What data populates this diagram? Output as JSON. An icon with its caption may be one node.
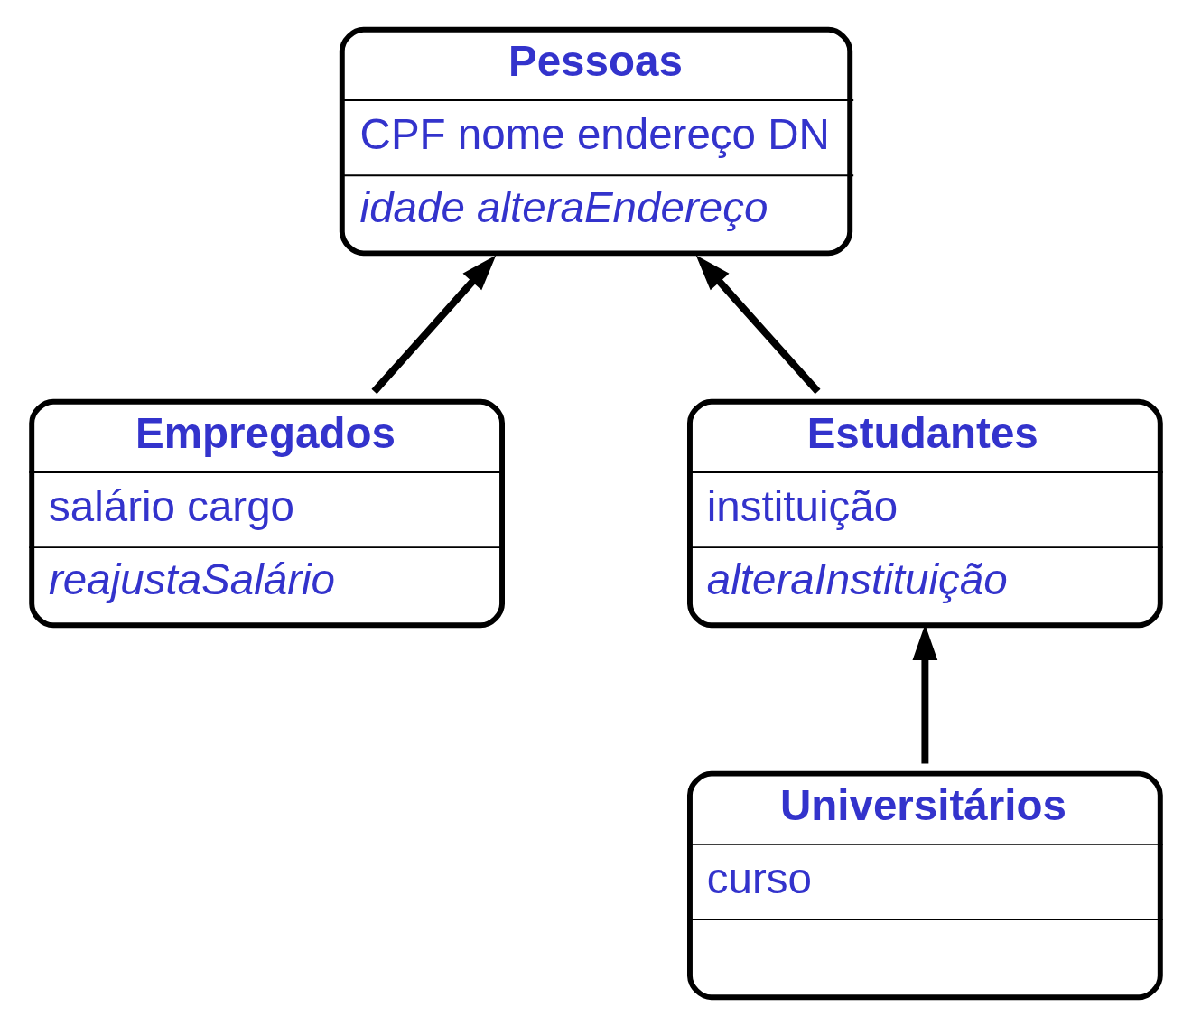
{
  "diagram": {
    "nodes": [
      {
        "text": [
          "Pessoas",
          "CPF nome endereço DN",
          "idade alteraEndereço"
        ]
      },
      {
        "text": [
          "Empregados",
          "salário cargo",
          "reajustaSalário"
        ]
      },
      {
        "text": [
          "Estudantes",
          "instituição",
          "alteraInstituição"
        ]
      },
      {
        "text": [
          "Universitários",
          "curso"
        ]
      }
    ],
    "edges": [
      {
        "from": 1,
        "to": 0,
        "arrow": "to"
      },
      {
        "from": 2,
        "to": 0,
        "arrow": "to"
      },
      {
        "from": 3,
        "to": 2,
        "arrow": "to"
      }
    ]
  }
}
